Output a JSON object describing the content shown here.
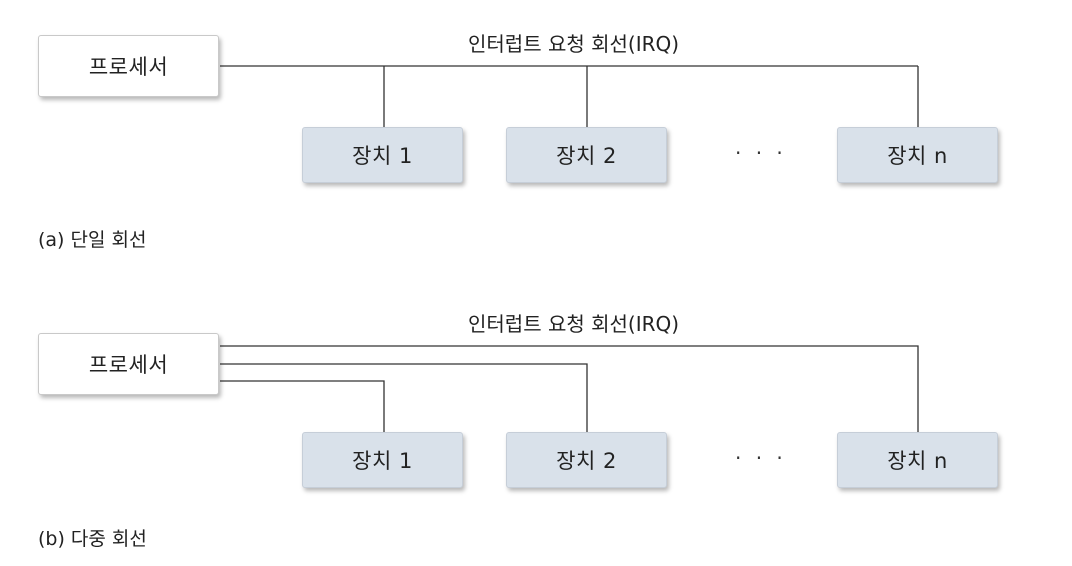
{
  "line_color": "#333333",
  "device_fill": "#d9e1ea",
  "diagrams": [
    {
      "processor_label": "프로세서",
      "bus_label": "인터럽트 요청 회선(IRQ)",
      "devices": [
        "장치 1",
        "장치 2",
        "장치 n"
      ],
      "ellipsis": "· · ·",
      "caption": "(a) 단일 회선"
    },
    {
      "processor_label": "프로세서",
      "bus_label": "인터럽트 요청 회선(IRQ)",
      "devices": [
        "장치 1",
        "장치 2",
        "장치 n"
      ],
      "ellipsis": "· · ·",
      "caption": "(b) 다중 회선"
    }
  ]
}
